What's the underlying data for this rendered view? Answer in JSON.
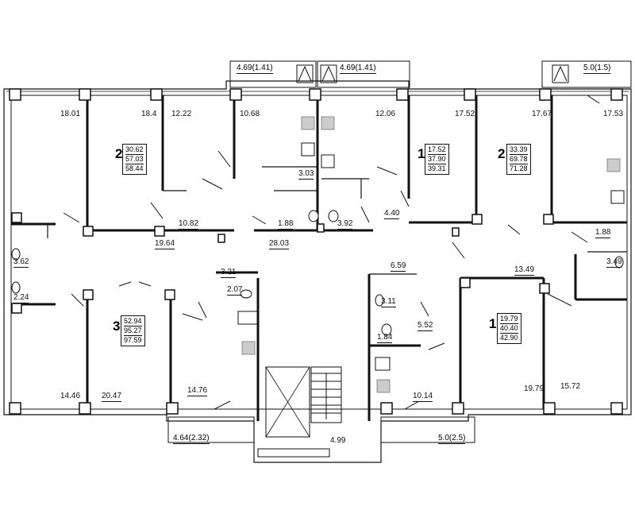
{
  "balconies": [
    {
      "id": "top-left",
      "label": "4.69(1.41)"
    },
    {
      "id": "top-center",
      "label": "4.69(1.41)"
    },
    {
      "id": "top-right",
      "label": "5.0(1.5)"
    },
    {
      "id": "bottom-left",
      "label": "4.64(2.32)"
    },
    {
      "id": "bottom-right",
      "label": "5.0(2.5)"
    }
  ],
  "apartments": [
    {
      "id": "apt-2-left",
      "rooms": "2",
      "areas": [
        "30.62",
        "57.03",
        "58.44"
      ]
    },
    {
      "id": "apt-1-center",
      "rooms": "1",
      "areas": [
        "17.52",
        "37.90",
        "39.31"
      ]
    },
    {
      "id": "apt-2-right",
      "rooms": "2",
      "areas": [
        "33.39",
        "69.78",
        "71.28"
      ]
    },
    {
      "id": "apt-3",
      "rooms": "3",
      "areas": [
        "52.94",
        "95.27",
        "97.59"
      ]
    },
    {
      "id": "apt-1-right",
      "rooms": "1",
      "areas": [
        "19.79",
        "40.40",
        "42.90"
      ]
    }
  ],
  "room_areas": {
    "r1801": "18.01",
    "r184": "18.4",
    "r1222": "12.22",
    "r1068": "10.68",
    "r1206": "12.06",
    "r1752a": "17.52",
    "r1767": "17.67",
    "r1753": "17.53",
    "r303": "3.03",
    "r440": "4.40",
    "r188a": "1.88",
    "r392": "3.92",
    "r1082": "10.82",
    "r1964": "19.64",
    "r2803": "28.03",
    "r188b": "1.88",
    "r349": "3.49",
    "r362": "3.62",
    "r224": "2.24",
    "r321": "3.21",
    "r207": "2.07",
    "r659": "6.59",
    "r311": "3.11",
    "r184b": "1.84",
    "r552": "5.52",
    "r1349": "13.49",
    "r1446": "14.46",
    "r2047": "20.47",
    "r1476": "14.76",
    "r1014": "10.14",
    "r1979": "19.79",
    "r1572": "15.72",
    "r499": "4.99"
  }
}
